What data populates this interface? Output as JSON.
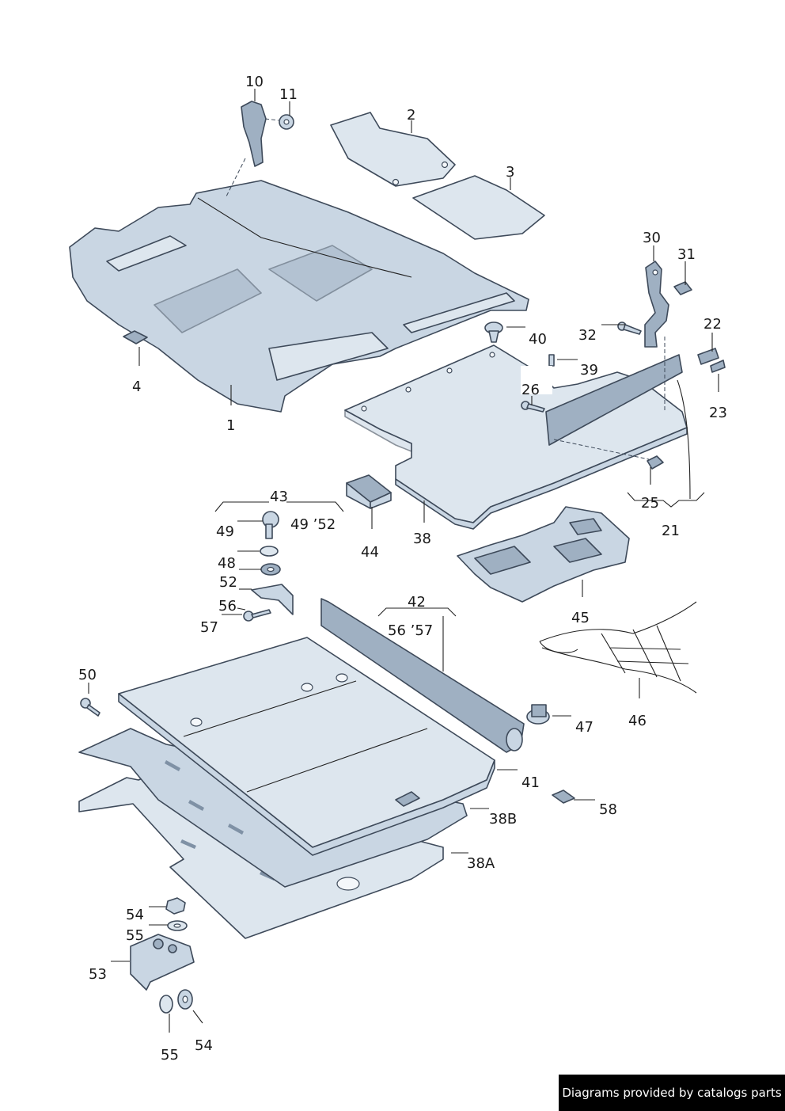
{
  "callouts": {
    "c10": "10",
    "c11": "11",
    "c2": "2",
    "c3": "3",
    "c30": "30",
    "c31": "31",
    "c32": "32",
    "c40": "40",
    "c39": "39",
    "c22": "22",
    "c23": "23",
    "c26": "26",
    "c4": "4",
    "c1": "1",
    "c43": "43",
    "c49": "49",
    "c49_52": "49 ’52",
    "c48": "48",
    "c52": "52",
    "c56": "56",
    "c57": "57",
    "c44": "44",
    "c38": "38",
    "c25": "25",
    "c21": "21",
    "c45": "45",
    "c42": "42",
    "c56_57": "56 ’57",
    "c50": "50",
    "c46": "46",
    "c47": "47",
    "c41": "41",
    "c58": "58",
    "c38B": "38B",
    "c38A": "38A",
    "c54a": "54",
    "c55a": "55",
    "c53": "53",
    "c55b": "55",
    "c54b": "54"
  },
  "footer": {
    "text": "Diagrams provided by catalogs parts"
  },
  "colors": {
    "part_fill": "#c9d6e3",
    "part_stroke": "#3e4a5a",
    "footer_bg": "#000000"
  }
}
